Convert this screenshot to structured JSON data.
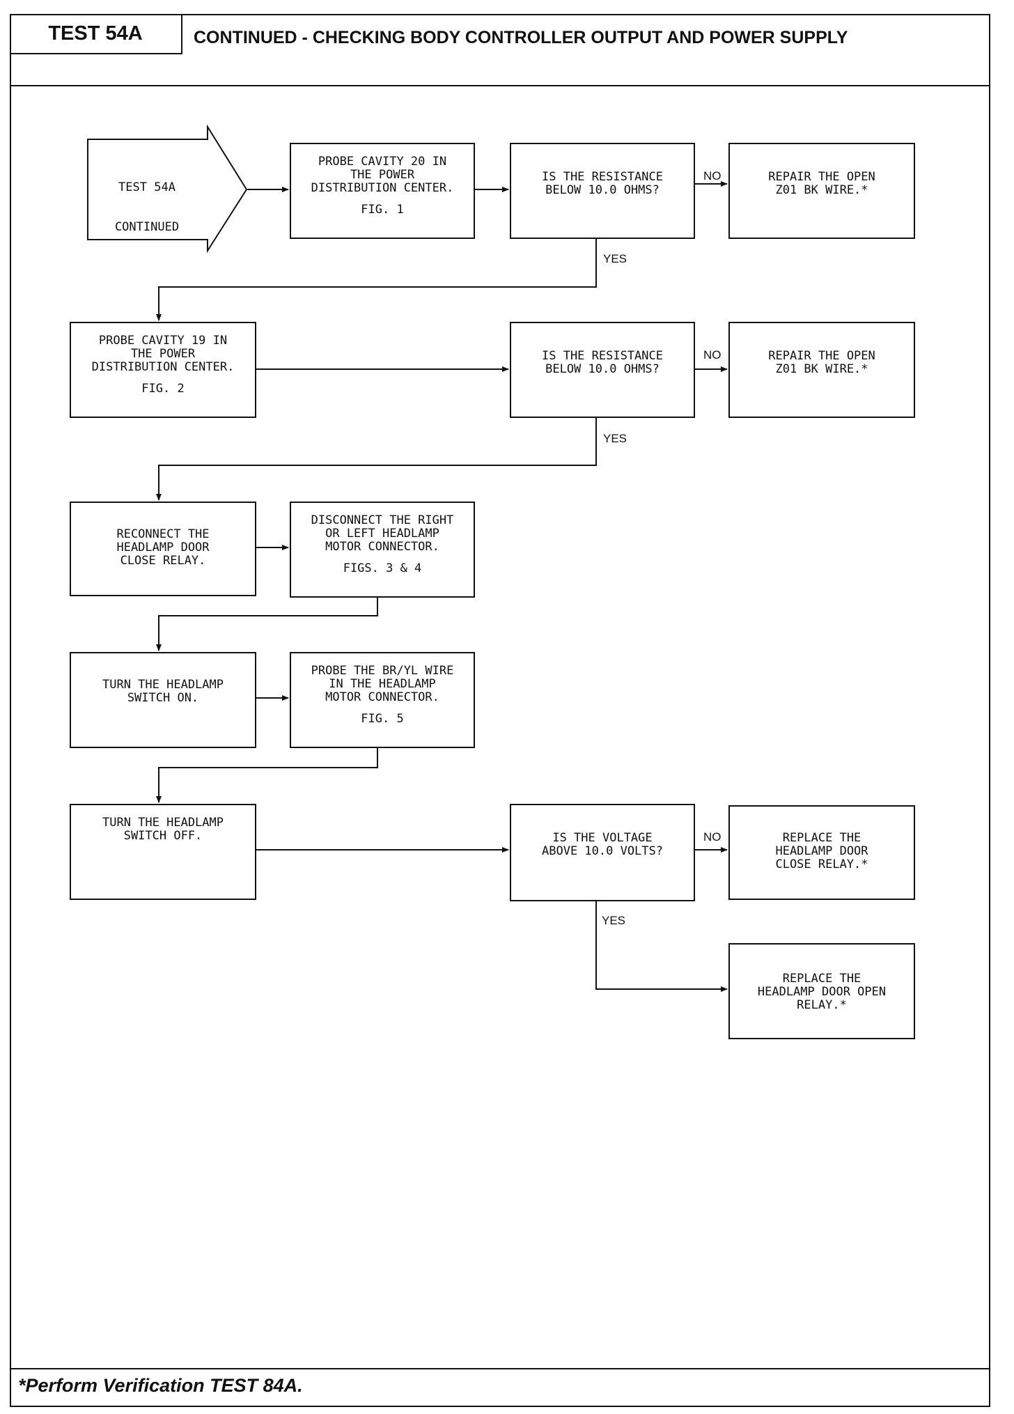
{
  "header": {
    "test_label": "TEST 54A",
    "title": "CONTINUED - CHECKING BODY CONTROLLER OUTPUT AND POWER SUPPLY"
  },
  "flowchart": {
    "start": {
      "lines": [
        "TEST 54A",
        "CONTINUED"
      ]
    },
    "nodes": {
      "probe20": {
        "lines": [
          "PROBE CAVITY 20 IN",
          "THE POWER",
          "DISTRIBUTION CENTER."
        ],
        "fig": "FIG. 1"
      },
      "q_res1": {
        "lines": [
          "IS THE RESISTANCE",
          "BELOW 10.0 OHMS?"
        ]
      },
      "repair1": {
        "lines": [
          "REPAIR THE OPEN",
          "Z01 BK WIRE.*"
        ]
      },
      "probe19": {
        "lines": [
          "PROBE CAVITY 19 IN",
          "THE POWER",
          "DISTRIBUTION CENTER."
        ],
        "fig": "FIG. 2"
      },
      "q_res2": {
        "lines": [
          "IS THE RESISTANCE",
          "BELOW 10.0 OHMS?"
        ]
      },
      "repair2": {
        "lines": [
          "REPAIR THE OPEN",
          "Z01 BK WIRE.*"
        ]
      },
      "reconnect": {
        "lines": [
          "RECONNECT THE",
          "HEADLAMP DOOR",
          "CLOSE RELAY."
        ]
      },
      "disconnect": {
        "lines": [
          "DISCONNECT THE RIGHT",
          "OR LEFT HEADLAMP",
          "MOTOR CONNECTOR."
        ],
        "fig": "FIGS. 3 & 4"
      },
      "switch_on": {
        "lines": [
          "TURN THE HEADLAMP",
          "SWITCH ON."
        ]
      },
      "probe_bryl": {
        "lines": [
          "PROBE THE BR/YL WIRE",
          "IN THE HEADLAMP",
          "MOTOR CONNECTOR."
        ],
        "fig": "FIG. 5"
      },
      "switch_off": {
        "lines": [
          "TURN THE HEADLAMP",
          "SWITCH OFF."
        ]
      },
      "q_volt": {
        "lines": [
          "IS THE VOLTAGE",
          "ABOVE 10.0 VOLTS?"
        ]
      },
      "replace_close": {
        "lines": [
          "REPLACE THE",
          "HEADLAMP DOOR",
          "CLOSE RELAY.*"
        ]
      },
      "replace_open": {
        "lines": [
          "REPLACE THE",
          "HEADLAMP DOOR OPEN",
          "RELAY.*"
        ]
      }
    },
    "labels": {
      "no": "NO",
      "yes": "YES"
    }
  },
  "footer": {
    "note": "*Perform Verification TEST 84A."
  }
}
